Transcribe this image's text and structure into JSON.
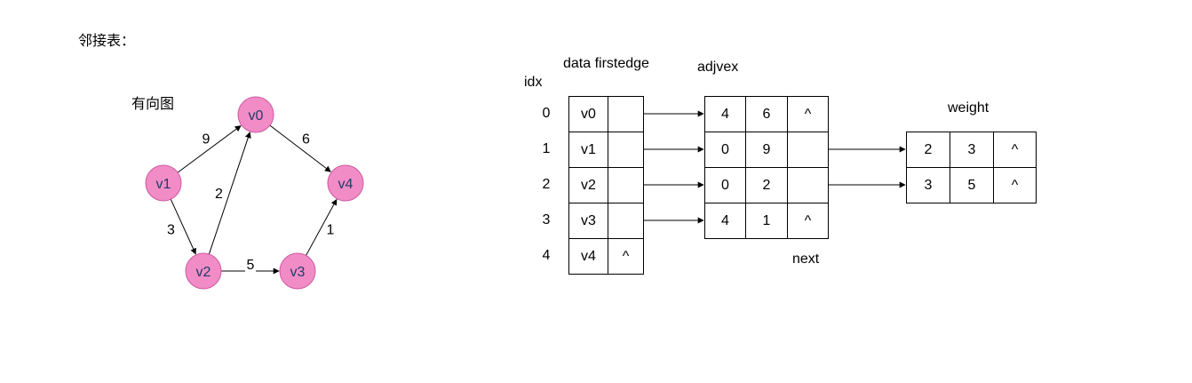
{
  "title": "邻接表：",
  "graph": {
    "label": "有向图",
    "node_color": "#f28cc7",
    "nodes": [
      {
        "id": "v0",
        "label": "v0"
      },
      {
        "id": "v1",
        "label": "v1"
      },
      {
        "id": "v2",
        "label": "v2"
      },
      {
        "id": "v3",
        "label": "v3"
      },
      {
        "id": "v4",
        "label": "v4"
      }
    ],
    "edges": [
      {
        "from": "v1",
        "to": "v0",
        "weight": "9"
      },
      {
        "from": "v0",
        "to": "v4",
        "weight": "6"
      },
      {
        "from": "v1",
        "to": "v2",
        "weight": "3"
      },
      {
        "from": "v2",
        "to": "v0",
        "weight": "2"
      },
      {
        "from": "v2",
        "to": "v3",
        "weight": "5"
      },
      {
        "from": "v3",
        "to": "v4",
        "weight": "1"
      }
    ]
  },
  "table": {
    "labels": {
      "idx": "idx",
      "data_firstedge": "data firstedge",
      "adjvex": "adjvex",
      "next": "next",
      "weight": "weight"
    },
    "null_symbol": "^",
    "vertices": [
      {
        "idx": "0",
        "data": "v0",
        "firstedge": ""
      },
      {
        "idx": "1",
        "data": "v1",
        "firstedge": ""
      },
      {
        "idx": "2",
        "data": "v2",
        "firstedge": ""
      },
      {
        "idx": "3",
        "data": "v3",
        "firstedge": ""
      },
      {
        "idx": "4",
        "data": "v4",
        "firstedge": "^"
      }
    ],
    "edge_nodes_col1": [
      {
        "adjvex": "4",
        "weight": "6",
        "next": "^"
      },
      {
        "adjvex": "0",
        "weight": "9",
        "next": ""
      },
      {
        "adjvex": "0",
        "weight": "2",
        "next": ""
      },
      {
        "adjvex": "4",
        "weight": "1",
        "next": "^"
      }
    ],
    "edge_nodes_col2": [
      {
        "adjvex": "2",
        "weight": "3",
        "next": "^"
      },
      {
        "adjvex": "3",
        "weight": "5",
        "next": "^"
      }
    ]
  }
}
